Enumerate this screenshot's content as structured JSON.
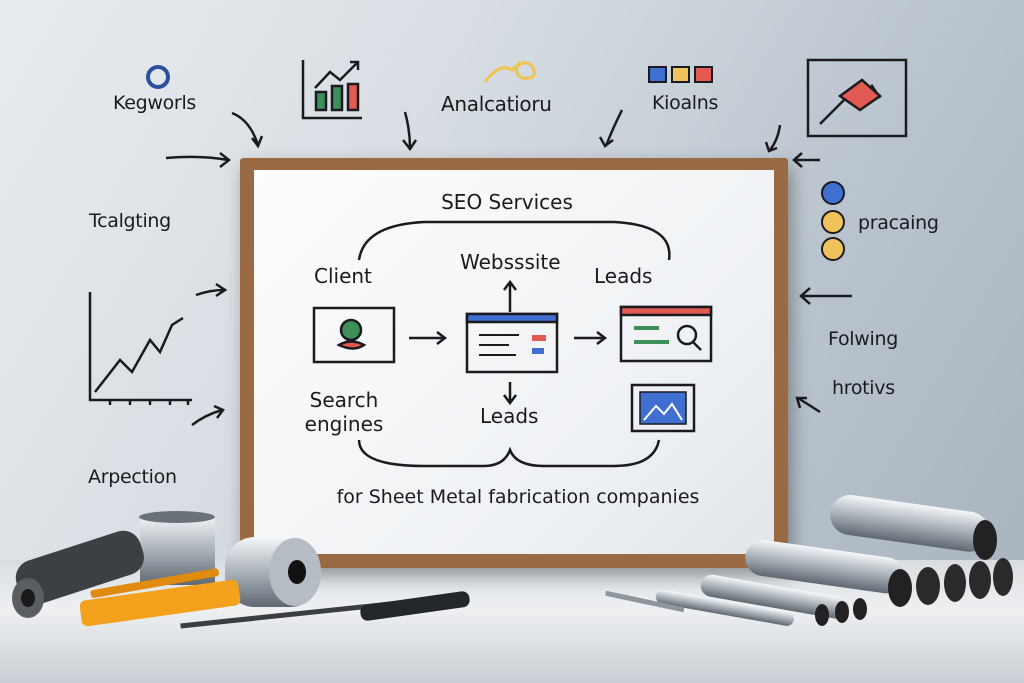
{
  "wall_labels": {
    "keywords": "Kegworls",
    "analcation": "Analcatioru",
    "kioalns": "Kioalns",
    "targeting": "Tcalgting",
    "pracaing": "pracaing",
    "folwing": "Folwing",
    "hrotivs": "hrotivs",
    "arpection": "Arpection"
  },
  "board": {
    "title": "SEO Services",
    "client": "Client",
    "website": "Websssite",
    "leads_top": "Leads",
    "search_engines_line1": "Search",
    "search_engines_line2": "engines",
    "leads_bottom": "Leads",
    "footer": "for Sheet Metal fabrication companies"
  },
  "colors": {
    "blue": "#3f6fd1",
    "yellow": "#f0c35a",
    "red": "#e25a52",
    "green": "#3e8f5a",
    "frame": "#9a6a44"
  }
}
